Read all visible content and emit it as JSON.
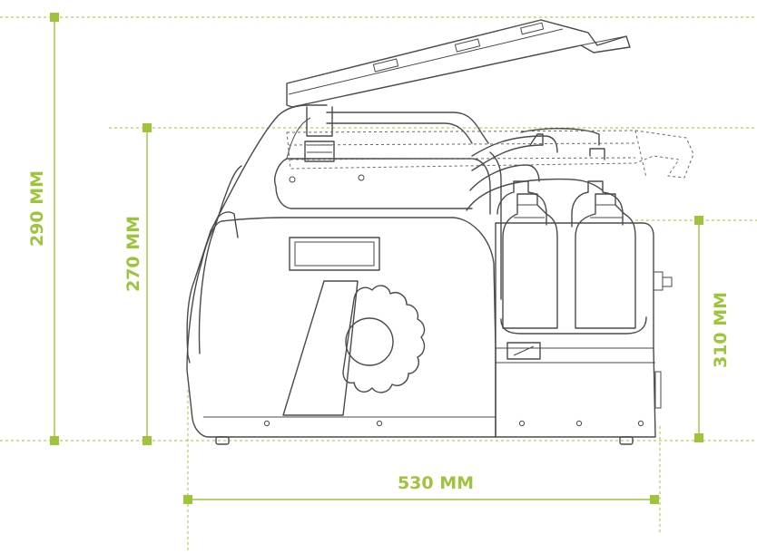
{
  "colors": {
    "accent": "#9dc43a",
    "line": "#4a4a4a"
  },
  "dimensions": {
    "height_total": "290 MM",
    "height_body": "270 MM",
    "height_rack": "310 MM",
    "width": "530 MM"
  }
}
